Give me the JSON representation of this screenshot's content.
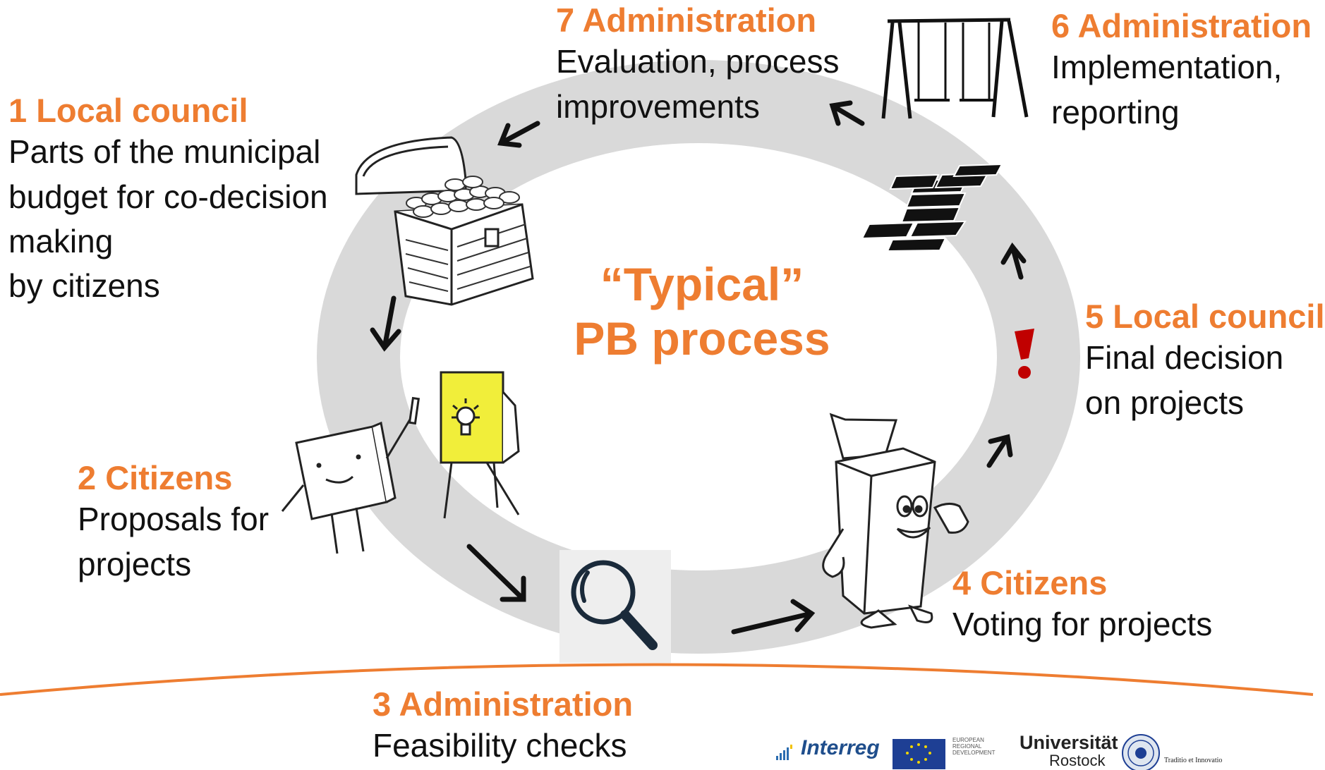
{
  "center_title": [
    "“Typical”",
    "PB process"
  ],
  "steps": [
    {
      "heading": "1 Local council",
      "lines": [
        "Parts of the municipal",
        "budget for co-decision",
        "making",
        "by citizens"
      ]
    },
    {
      "heading": "2 Citizens",
      "lines": [
        "Proposals for",
        "projects"
      ]
    },
    {
      "heading": "3 Administration",
      "lines": [
        "Feasibility checks"
      ]
    },
    {
      "heading": "4 Citizens",
      "lines": [
        "Voting for projects"
      ]
    },
    {
      "heading": "5 Local council",
      "lines": [
        "Final decision",
        "on projects"
      ]
    },
    {
      "heading": "6 Administration",
      "lines": [
        "Implementation,",
        "reporting"
      ]
    },
    {
      "heading": "7 Administration",
      "lines": [
        "Evaluation, process",
        "improvements"
      ]
    }
  ],
  "logos": {
    "interreg": "Interreg",
    "erdf": [
      "EUROPEAN",
      "REGIONAL",
      "DEVELOPMENT"
    ],
    "university": [
      "Universität",
      "Rostock"
    ],
    "motto": "Traditio et Innovatio"
  },
  "colors": {
    "accent": "#ee7d31",
    "ring": "#d9d9d9",
    "text": "#111111",
    "exclamation": "#c00000",
    "flipchart": "#f1ee3a"
  },
  "icons": [
    "treasure-chest-icon",
    "whiteboard-character-icon",
    "flipchart-lightbulb-icon",
    "magnifier-icon",
    "ballot-box-character-icon",
    "exclamation-icon",
    "hopscotch-icon",
    "swing-set-icon",
    "eu-flag-icon",
    "university-seal-icon"
  ]
}
